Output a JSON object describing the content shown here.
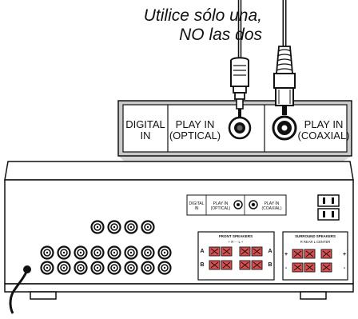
{
  "callout": {
    "line1": "Utilice sólo una,",
    "line2": "NO las dos"
  },
  "zoom_panel": {
    "digital_in": [
      "DIGITAL",
      "IN"
    ],
    "optical": [
      "PLAY IN",
      "(OPTICAL)"
    ],
    "coaxial": [
      "PLAY IN",
      "(COAXIAL)"
    ]
  },
  "back_panel": {
    "digital_in": [
      "DIGITAL",
      "IN"
    ],
    "optical": [
      "PLAY IN",
      "(OPTICAL)"
    ],
    "coaxial": [
      "PLAY IN",
      "(COAXIAL)"
    ],
    "front_speakers": {
      "title": "FRONT SPEAKERS",
      "polarity_header": "+  R  -     -  L  +",
      "row_a": "A",
      "row_b": "B"
    },
    "surround_speakers": {
      "title": "SURROUND SPEAKERS",
      "channel_header": "R  REAR  L  CENTER",
      "plus": "+",
      "minus": "-"
    }
  },
  "colors": {
    "outline": "#111111",
    "panel_gray": "#c9c9c9",
    "funnel_gray": "#d6d6d6",
    "terminal_red": "#d94f4f"
  },
  "icons": {
    "optical_cable": "optical-cable-plug-icon",
    "coaxial_cable": "coaxial-cable-plug-icon",
    "ac_outlet": "ac-outlet-icon",
    "power_cord": "power-cord-icon"
  }
}
